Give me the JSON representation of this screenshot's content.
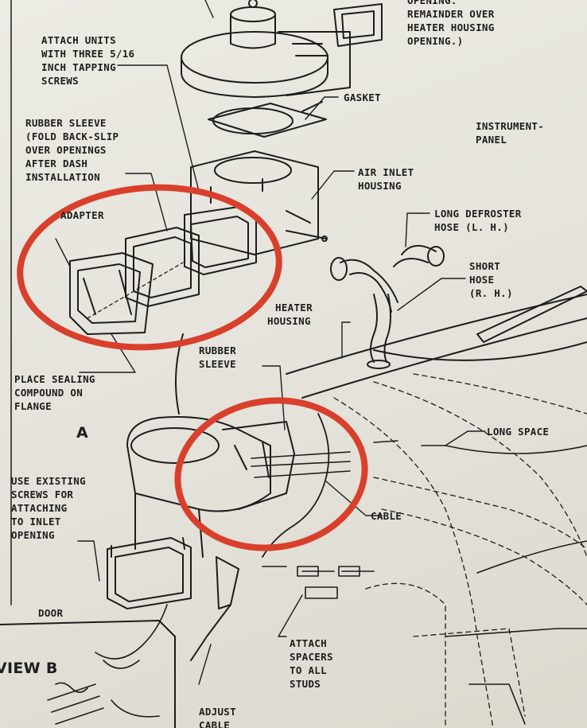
{
  "labels": {
    "top_right": [
      "OPENING.",
      "REMAINDER OVER",
      "HEATER HOUSING",
      "OPENING.)"
    ],
    "attach_units": [
      "ATTACH UNITS",
      "WITH THREE 5/16",
      "INCH TAPPING",
      "SCREWS"
    ],
    "gasket": "GASKET",
    "instrument_panel": [
      "INSTRUMENT-",
      "PANEL"
    ],
    "rubber_sleeve_top": [
      "RUBBER SLEEVE",
      "(FOLD BACK-SLIP",
      "OVER OPENINGS",
      "AFTER DASH",
      "INSTALLATION"
    ],
    "air_inlet": [
      "AIR INLET",
      "HOUSING"
    ],
    "adapter": "ADAPTER",
    "long_defroster": [
      "LONG DEFROSTER",
      "HOSE (L. H.)"
    ],
    "short_hose": [
      "SHORT",
      "HOSE",
      "(R. H.)"
    ],
    "heater_housing": [
      "HEATER",
      "HOUSING"
    ],
    "rubber_sleeve_mid": [
      "RUBBER",
      "SLEEVE"
    ],
    "place_sealing": [
      "PLACE SEALING",
      "COMPOUND ON",
      "FLANGE"
    ],
    "section_a": "A",
    "long_spacer": "LONG SPACE",
    "use_existing": [
      "USE EXISTING",
      "SCREWS FOR",
      "ATTACHING",
      "TO INLET",
      "OPENING"
    ],
    "cable": "CABLE",
    "door": "DOOR",
    "attach_spacers": [
      "ATTACH",
      "SPACERS",
      "TO ALL",
      "STUDS"
    ],
    "view_b": "VIEW B",
    "adjust_cable": [
      "ADJUST",
      "CABLE"
    ]
  },
  "highlight_color": "#d8402c",
  "ink_color": "#1d1d1d"
}
